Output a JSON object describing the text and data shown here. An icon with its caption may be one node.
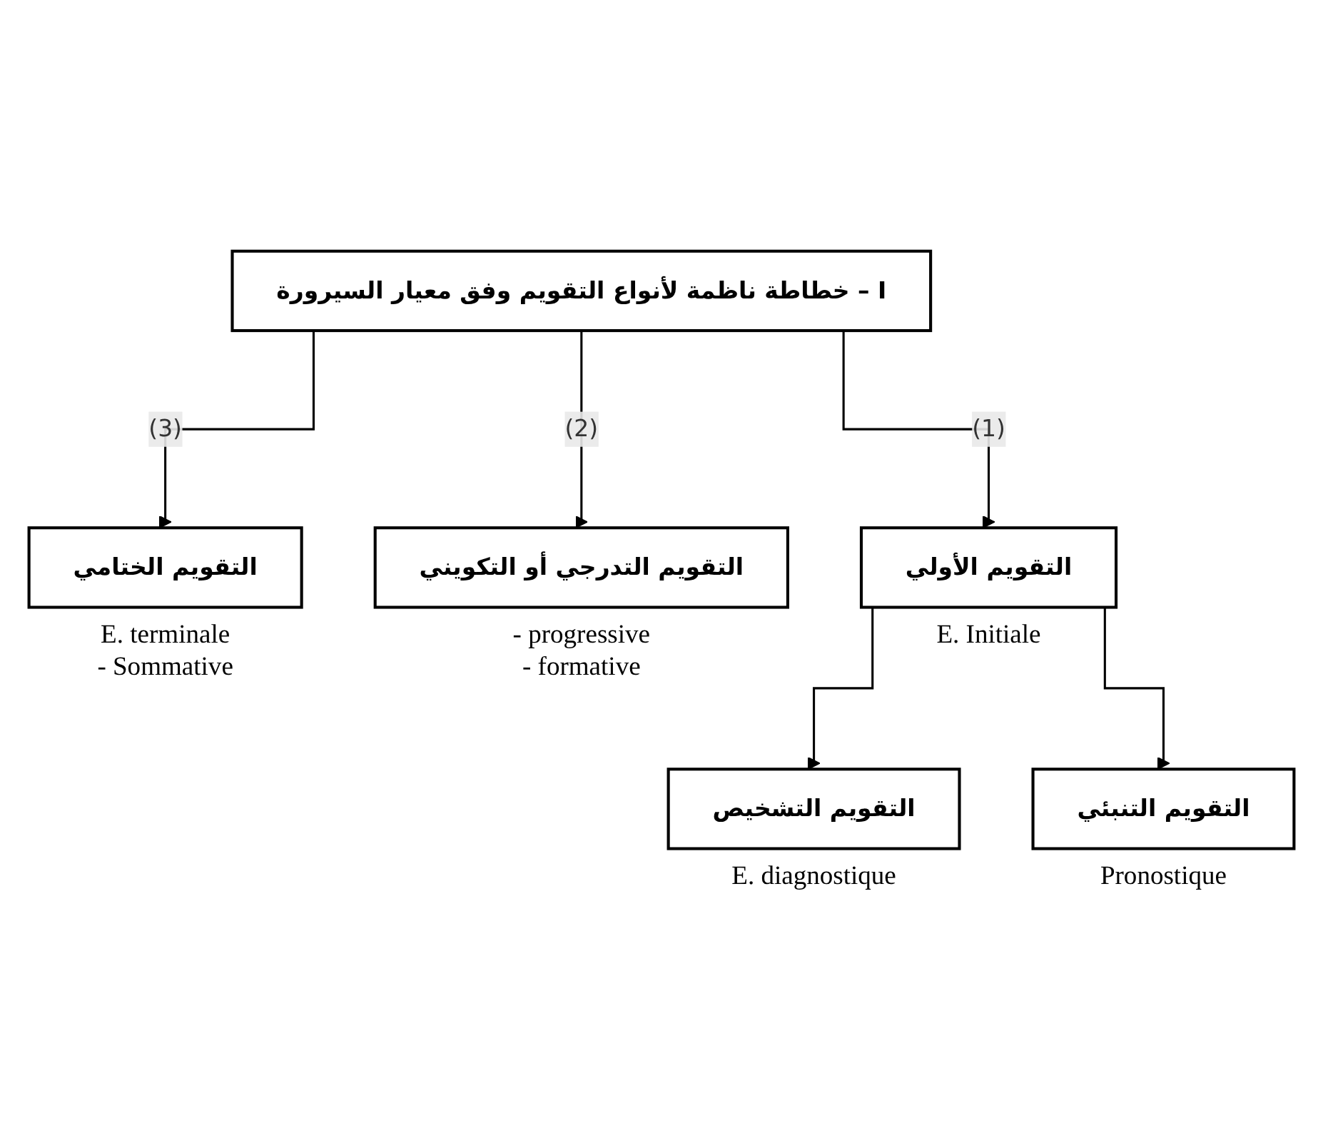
{
  "diagram": {
    "nodes": [
      {
        "text": [
          "I – خطاطة ناظمة لأنواع التقويم وفق معيار السيرورة"
        ]
      },
      {
        "text": [
          "التقويم الأولي"
        ],
        "beside": [
          "E. Initiale"
        ]
      },
      {
        "text": [
          "التقويم التدرجي أو التكويني"
        ],
        "beside": [
          "- progressive",
          "- formative"
        ]
      },
      {
        "text": [
          "التقويم الختامي"
        ],
        "beside": [
          "E. terminale",
          "- Sommative"
        ]
      },
      {
        "text": [
          "التقويم التشخيص"
        ],
        "beside": [
          "E. diagnostique"
        ]
      },
      {
        "text": [
          "التقويم التنبئي"
        ],
        "beside": [
          "Pronostique"
        ]
      }
    ],
    "edges": [
      {
        "from": 0,
        "to": 1,
        "arrow": "to",
        "label": "(1)"
      },
      {
        "from": 0,
        "to": 2,
        "arrow": "to",
        "label": "(2)"
      },
      {
        "from": 0,
        "to": 3,
        "arrow": "to",
        "label": "(3)"
      },
      {
        "from": 1,
        "to": 4,
        "arrow": "to"
      },
      {
        "from": 1,
        "to": 5,
        "arrow": "to"
      }
    ]
  }
}
